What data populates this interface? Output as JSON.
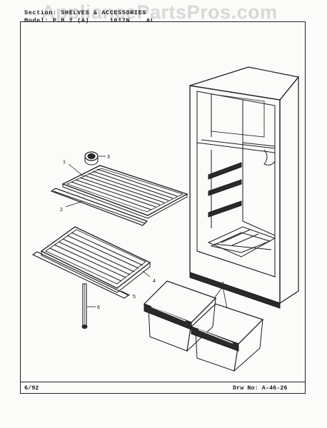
{
  "header": {
    "section_line": "Section: SHELVES & ACCESSORIES",
    "model_line": "Model: P.B.7 (A)   ... 1017N... AL"
  },
  "watermark": "AppliancePartsPros.com",
  "footer": {
    "date": "6/92",
    "drawing_number": "Drw No: A-46-26"
  },
  "callouts": {
    "c1": "1",
    "c2": "2",
    "c3": "3",
    "c4": "4",
    "c5": "5",
    "c6": "6",
    "c7": "7"
  }
}
